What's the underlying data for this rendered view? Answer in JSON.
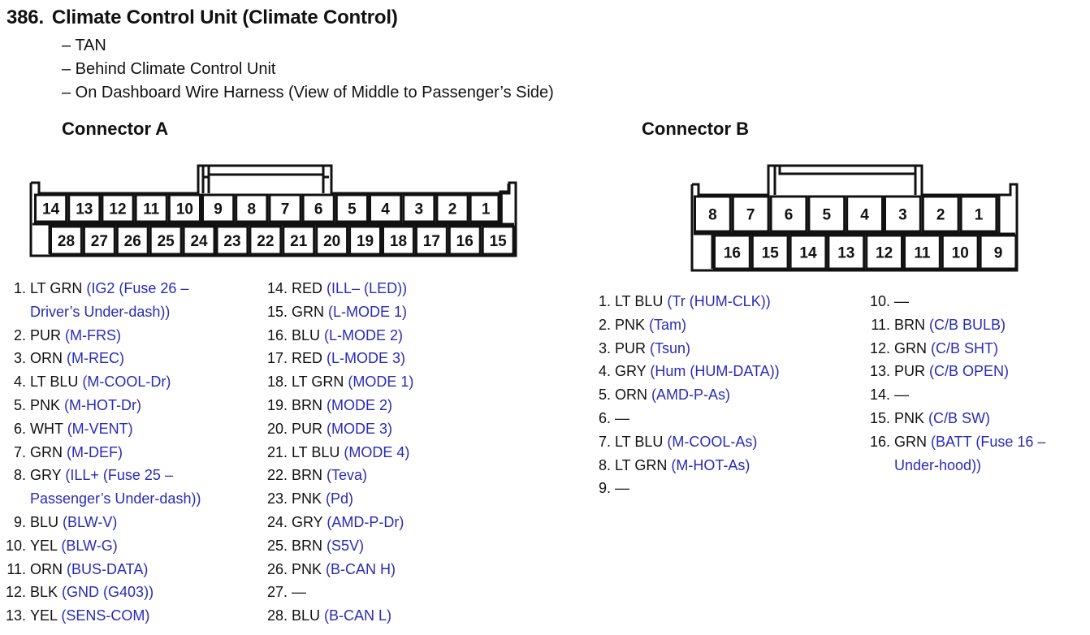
{
  "heading": {
    "number": "386.",
    "title": "Climate Control Unit (Climate Control)"
  },
  "details": [
    "– TAN",
    "– Behind Climate Control Unit",
    "– On Dashboard Wire Harness (View of Middle to Passenger’s Side)"
  ],
  "connector_a": {
    "title": "Connector A",
    "top_row": [
      "14",
      "13",
      "12",
      "11",
      "10",
      "9",
      "8",
      "7",
      "6",
      "5",
      "4",
      "3",
      "2",
      "1"
    ],
    "bottom_row": [
      "28",
      "27",
      "26",
      "25",
      "24",
      "23",
      "22",
      "21",
      "20",
      "19",
      "18",
      "17",
      "16",
      "15"
    ],
    "pins_col1": [
      {
        "n": "1.",
        "wire": "LT GRN",
        "sig": "(IG2 (Fuse 26 –",
        "cont": "Driver’s Under-dash))"
      },
      {
        "n": "2.",
        "wire": "PUR",
        "sig": "(M-FRS)"
      },
      {
        "n": "3.",
        "wire": "ORN",
        "sig": "(M-REC)"
      },
      {
        "n": "4.",
        "wire": "LT BLU",
        "sig": "(M-COOL-Dr)"
      },
      {
        "n": "5.",
        "wire": "PNK",
        "sig": "(M-HOT-Dr)"
      },
      {
        "n": "6.",
        "wire": "WHT",
        "sig": "(M-VENT)"
      },
      {
        "n": "7.",
        "wire": "GRN",
        "sig": "(M-DEF)"
      },
      {
        "n": "8.",
        "wire": "GRY",
        "sig": "(ILL+ (Fuse 25 –",
        "cont": "Passenger’s Under-dash))"
      },
      {
        "n": "9.",
        "wire": "BLU",
        "sig": "(BLW-V)"
      },
      {
        "n": "10.",
        "wire": "YEL",
        "sig": "(BLW-G)"
      },
      {
        "n": "11.",
        "wire": "ORN",
        "sig": "(BUS-DATA)"
      },
      {
        "n": "12.",
        "wire": "BLK",
        "sig": "(GND (G403))"
      },
      {
        "n": "13.",
        "wire": "YEL",
        "sig": "(SENS-COM)"
      }
    ],
    "pins_col2": [
      {
        "n": "14.",
        "wire": "RED",
        "sig": "(ILL– (LED))"
      },
      {
        "n": "15.",
        "wire": "GRN",
        "sig": "(L-MODE 1)"
      },
      {
        "n": "16.",
        "wire": "BLU",
        "sig": "(L-MODE 2)"
      },
      {
        "n": "17.",
        "wire": "RED",
        "sig": "(L-MODE 3)"
      },
      {
        "n": "18.",
        "wire": "LT GRN",
        "sig": "(MODE 1)"
      },
      {
        "n": "19.",
        "wire": "BRN",
        "sig": "(MODE 2)"
      },
      {
        "n": "20.",
        "wire": "PUR",
        "sig": "(MODE 3)"
      },
      {
        "n": "21.",
        "wire": "LT BLU",
        "sig": "(MODE 4)"
      },
      {
        "n": "22.",
        "wire": "BRN",
        "sig": "(Teva)"
      },
      {
        "n": "23.",
        "wire": "PNK",
        "sig": "(Pd)"
      },
      {
        "n": "24.",
        "wire": "GRY",
        "sig": "(AMD-P-Dr)"
      },
      {
        "n": "25.",
        "wire": "BRN",
        "sig": "(S5V)"
      },
      {
        "n": "26.",
        "wire": "PNK",
        "sig": "(B-CAN H)"
      },
      {
        "n": "27.",
        "wire": "—",
        "sig": ""
      },
      {
        "n": "28.",
        "wire": "BLU",
        "sig": "(B-CAN L)"
      }
    ]
  },
  "connector_b": {
    "title": "Connector B",
    "top_row": [
      "8",
      "7",
      "6",
      "5",
      "4",
      "3",
      "2",
      "1"
    ],
    "bottom_row": [
      "16",
      "15",
      "14",
      "13",
      "12",
      "11",
      "10",
      "9"
    ],
    "pins_col1": [
      {
        "n": "1.",
        "wire": "LT BLU",
        "sig": "(Tr (HUM-CLK))"
      },
      {
        "n": "2.",
        "wire": "PNK",
        "sig": "(Tam)"
      },
      {
        "n": "3.",
        "wire": "PUR",
        "sig": "(Tsun)"
      },
      {
        "n": "4.",
        "wire": "GRY",
        "sig": "(Hum (HUM-DATA))"
      },
      {
        "n": "5.",
        "wire": "ORN",
        "sig": "(AMD-P-As)"
      },
      {
        "n": "6.",
        "wire": "—",
        "sig": ""
      },
      {
        "n": "7.",
        "wire": "LT BLU",
        "sig": "(M-COOL-As)"
      },
      {
        "n": "8.",
        "wire": "LT GRN",
        "sig": "(M-HOT-As)"
      },
      {
        "n": "9.",
        "wire": "—",
        "sig": ""
      }
    ],
    "pins_col2": [
      {
        "n": "10.",
        "wire": "—",
        "sig": ""
      },
      {
        "n": "11.",
        "wire": "BRN",
        "sig": "(C/B BULB)"
      },
      {
        "n": "12.",
        "wire": "GRN",
        "sig": "(C/B SHT)"
      },
      {
        "n": "13.",
        "wire": "PUR",
        "sig": "(C/B OPEN)"
      },
      {
        "n": "14.",
        "wire": "—",
        "sig": ""
      },
      {
        "n": "15.",
        "wire": "PNK",
        "sig": "(C/B SW)"
      },
      {
        "n": "16.",
        "wire": "GRN",
        "sig": "(BATT (Fuse 16 –",
        "cont": "Under-hood))"
      }
    ]
  },
  "colors": {
    "signal_text": "#2a2ab8",
    "text": "#111111",
    "line": "#111111"
  }
}
